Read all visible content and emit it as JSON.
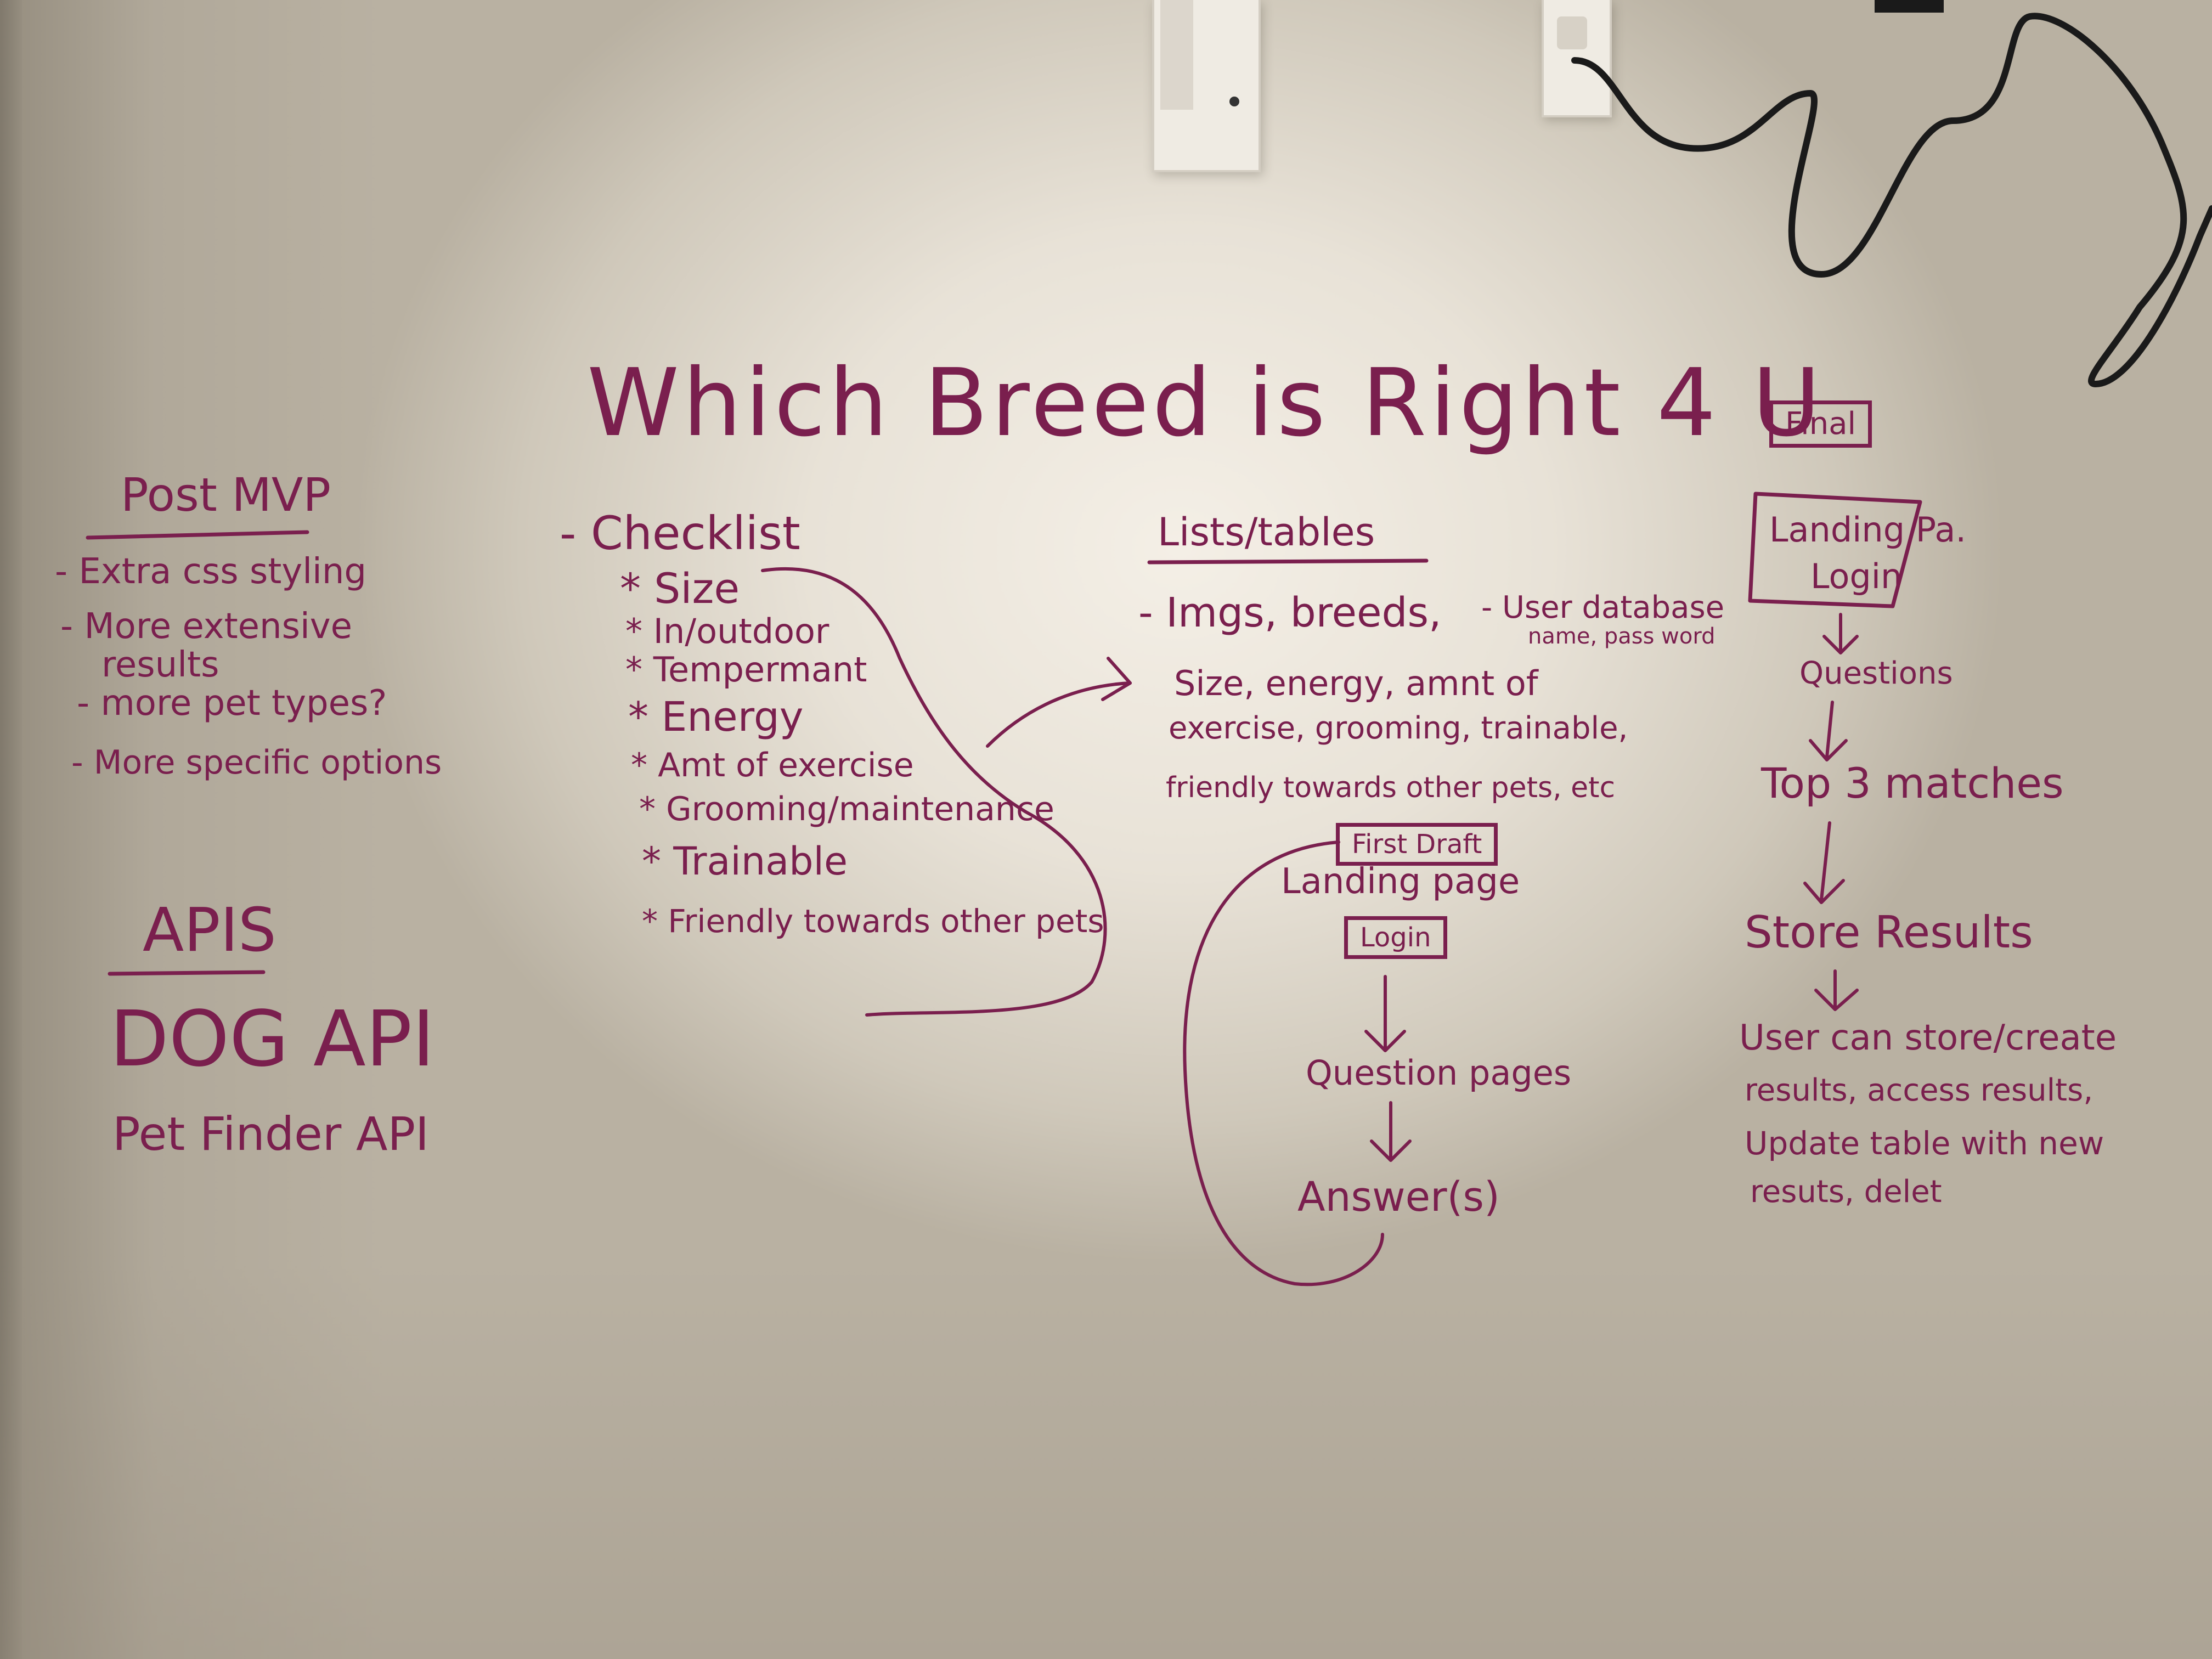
{
  "title": "Which Breed is Right 4 U",
  "post_mvp": {
    "heading": "Post MVP",
    "items": [
      "- Extra css styling",
      "- More extensive",
      "results",
      "- more pet types?",
      "- More specific options"
    ]
  },
  "apis": {
    "heading": "APIS",
    "items": [
      "DOG API",
      "Pet Finder API"
    ]
  },
  "checklist": {
    "heading": "- Checklist",
    "items": [
      "* Size",
      "* In/outdoor",
      "* Tempermant",
      "* Energy",
      "* Amt of exercise",
      "* Grooming/maintenance",
      "* Trainable",
      "* Friendly towards other pets"
    ]
  },
  "lists_tables": {
    "heading": "Lists/tables",
    "line1": "- Imgs, breeds,",
    "line2": "Size, energy, amnt of",
    "line3": "exercise, grooming, trainable,",
    "line4": "friendly towards other pets, etc",
    "user_db_1": "- User database",
    "user_db_2": "name, pass word"
  },
  "first_draft": {
    "label": "First Draft",
    "landing": "Landing page",
    "login": "Login",
    "questions": "Question pages",
    "answers": "Answer(s)"
  },
  "final": {
    "label": "Final",
    "landing_1": "Landing Pa.",
    "landing_2": "Login",
    "questions": "Questions",
    "top3": "Top 3 matches",
    "store": "Store Results",
    "user_1": "User can store/create",
    "user_2": "results, access results,",
    "user_3": "Update table with new",
    "user_4": "resuts, delet"
  },
  "colors": {
    "ink": "#7a1f4e",
    "wall": "#ece6dc",
    "cable": "#1a1a1a"
  }
}
